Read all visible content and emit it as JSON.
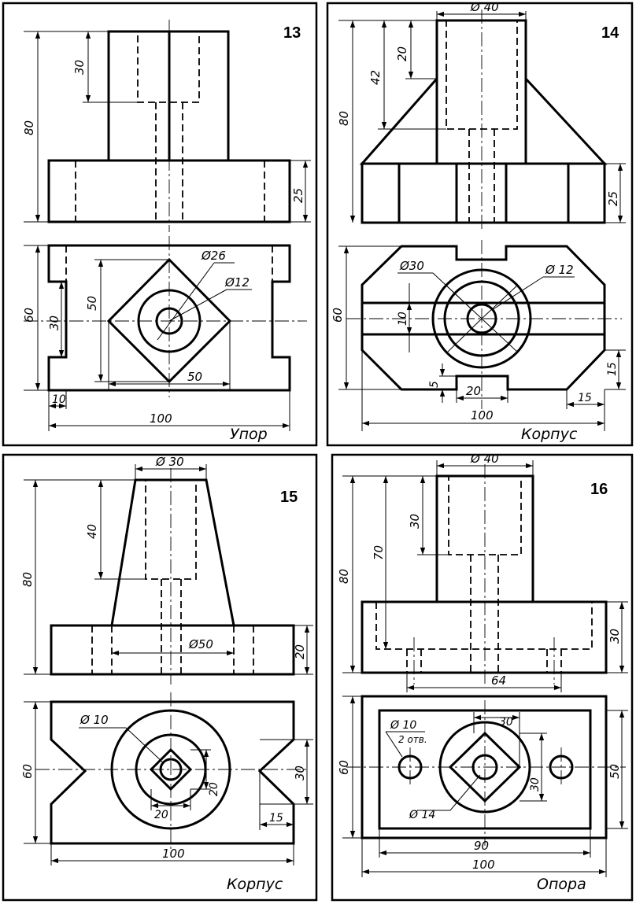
{
  "panels": [
    {
      "number": "13",
      "caption": "Упор",
      "dims": {
        "h80": "80",
        "h30": "30",
        "h25": "25",
        "d26": "Ø26",
        "d12": "Ø12",
        "v60": "60",
        "v50": "50",
        "v30": "30",
        "w50": "50",
        "w10": "10",
        "w100": "100"
      }
    },
    {
      "number": "14",
      "caption": "Корпус",
      "dims": {
        "d40": "Ø 40",
        "h80": "80",
        "h42": "42",
        "h20": "20",
        "h25": "25",
        "d30": "Ø30",
        "d12": "Ø 12",
        "v60": "60",
        "v10": "10",
        "v5": "5",
        "w20": "20",
        "v15": "15",
        "w15": "15",
        "w100": "100"
      }
    },
    {
      "number": "15",
      "caption": "Корпус",
      "dims": {
        "d30": "Ø 30",
        "h80": "80",
        "h40": "40",
        "d50": "Ø50",
        "h20": "20",
        "d10": "Ø 10",
        "v60": "60",
        "v30": "30",
        "s20a": "20",
        "s20b": "20",
        "w15": "15",
        "w100": "100"
      }
    },
    {
      "number": "16",
      "caption": "Опора",
      "dims": {
        "d40": "Ø 40",
        "h80": "80",
        "h70": "70",
        "h30": "30",
        "h30b": "30",
        "w64": "64",
        "d10": "Ø 10",
        "holes": "2 отв.",
        "w30": "30",
        "v60": "60",
        "v50": "50",
        "v30": "30",
        "d14": "Ø 14",
        "w90": "90",
        "w100": "100"
      }
    }
  ]
}
